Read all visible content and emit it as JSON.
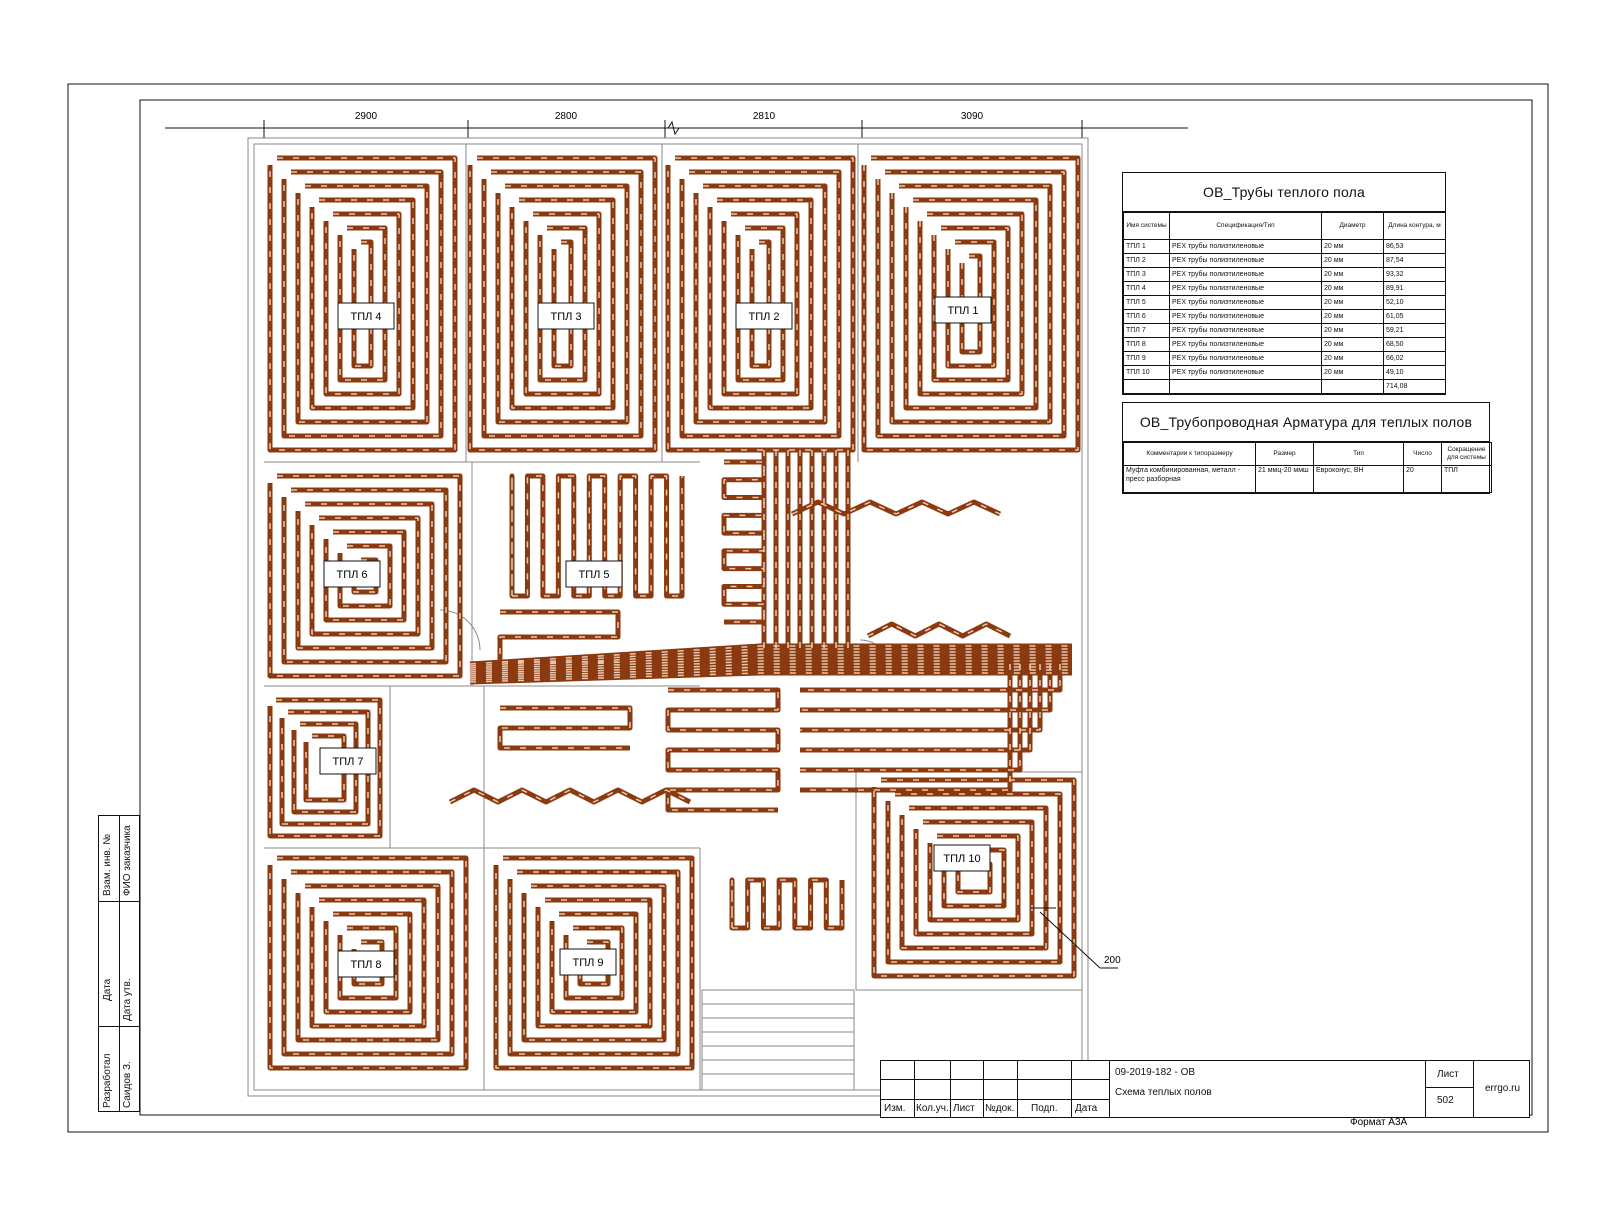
{
  "dimensions": [
    "2900",
    "2800",
    "2810",
    "3090"
  ],
  "callout": "200",
  "rooms": [
    {
      "label": "ТПЛ 1"
    },
    {
      "label": "ТПЛ 2"
    },
    {
      "label": "ТПЛ 3"
    },
    {
      "label": "ТПЛ 4"
    },
    {
      "label": "ТПЛ 5"
    },
    {
      "label": "ТПЛ 6"
    },
    {
      "label": "ТПЛ 7"
    },
    {
      "label": "ТПЛ 8"
    },
    {
      "label": "ТПЛ 9"
    },
    {
      "label": "ТПЛ 10"
    }
  ],
  "pipe_table": {
    "title": "ОВ_Трубы теплого пола",
    "headers": [
      "Имя системы",
      "Спецификация/Тип",
      "Диаметр",
      "Длина контура, м"
    ],
    "rows": [
      [
        "ТПЛ 1",
        "PEX трубы полиэтиленовые",
        "20 мм",
        "86,53"
      ],
      [
        "ТПЛ 2",
        "PEX трубы полиэтиленовые",
        "20 мм",
        "87,54"
      ],
      [
        "ТПЛ 3",
        "PEX трубы полиэтиленовые",
        "20 мм",
        "93,32"
      ],
      [
        "ТПЛ 4",
        "PEX трубы полиэтиленовые",
        "20 мм",
        "89,91"
      ],
      [
        "ТПЛ 5",
        "PEX трубы полиэтиленовые",
        "20 мм",
        "52,10"
      ],
      [
        "ТПЛ 6",
        "PEX трубы полиэтиленовые",
        "20 мм",
        "61,05"
      ],
      [
        "ТПЛ 7",
        "PEX трубы полиэтиленовые",
        "20 мм",
        "59,21"
      ],
      [
        "ТПЛ 8",
        "PEX трубы полиэтиленовые",
        "20 мм",
        "68,50"
      ],
      [
        "ТПЛ 9",
        "PEX трубы полиэтиленовые",
        "20 мм",
        "66,02"
      ],
      [
        "ТПЛ 10",
        "PEX трубы полиэтиленовые",
        "20 мм",
        "49,10"
      ]
    ],
    "total": "714,08"
  },
  "fittings_table": {
    "title": "ОВ_Трубопроводная Арматура для теплых полов",
    "headers": [
      "Комментарии к типоразмеру",
      "Размер",
      "Тип",
      "Число",
      "Сокращение для системы"
    ],
    "rows": [
      [
        "Муфта комбинированная, металл - пресс разборная",
        "21 ммц-20 ммш",
        "Евроконус, ВН",
        "20",
        "ТПЛ"
      ]
    ]
  },
  "stamp": {
    "code": "09-2019-182 - ОВ",
    "title": "Схема теплых полов",
    "cols": [
      "Изм.",
      "Кол.уч.",
      "Лист",
      "№док.",
      "Подп.",
      "Дата"
    ],
    "sheet_label": "Лист",
    "sheet_number": "502",
    "site": "errgo.ru",
    "format": "Формат А3А"
  },
  "side_stamp": {
    "developed_label": "Разработал",
    "developer": "Саидов З.",
    "date_label": "Дата",
    "date_appr_label": "Дата утв.",
    "inv_label": "Взам. инв. №",
    "customer_label": "ФИО заказчика"
  },
  "colors": {
    "pipe": "#8B3A10",
    "pipe_light": "#e8c9b4",
    "wall": "#888888",
    "line": "#111111"
  }
}
